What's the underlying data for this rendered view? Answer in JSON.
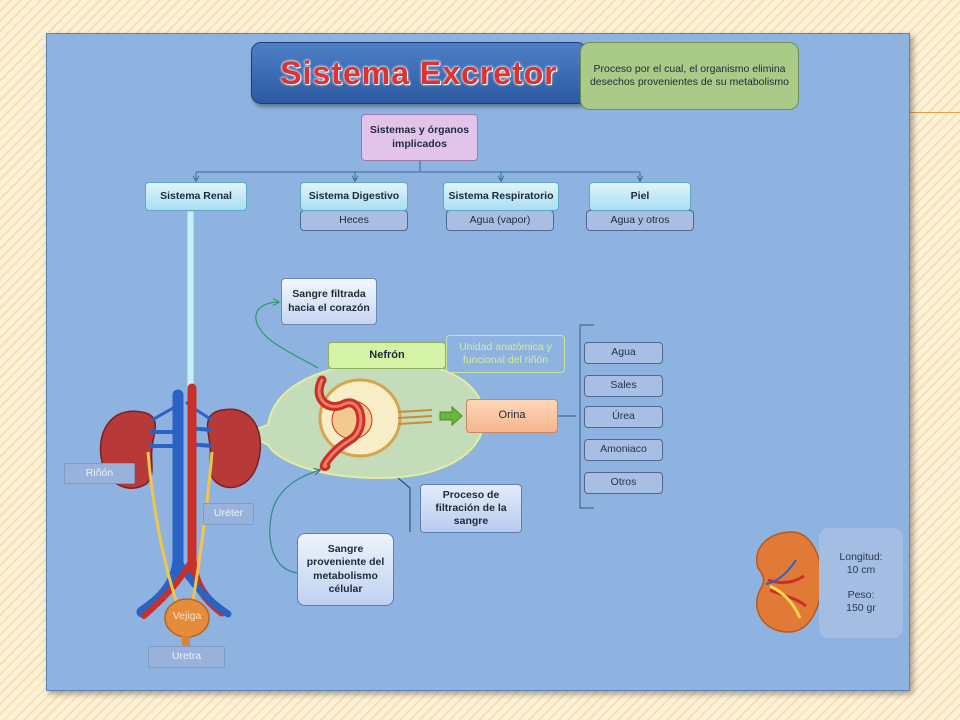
{
  "title": "Sistema Excretor",
  "definition": "Proceso por el cual, el organismo elimina desechos provenientes de su metabolismo",
  "systems_box": "Sistemas y órganos implicados",
  "categories": [
    {
      "label": "Sistema Renal",
      "detail": ""
    },
    {
      "label": "Sistema Digestivo",
      "detail": "Heces"
    },
    {
      "label": "Sistema Respiratorio",
      "detail": "Agua (vapor)"
    },
    {
      "label": "Piel",
      "detail": "Agua y otros"
    }
  ],
  "nephron": {
    "label": "Nefrón",
    "description": "Unidad anatómica y funcional del riñón",
    "filtered_blood": "Sangre filtrada hacia el corazón",
    "incoming_blood": "Sangre proveniente del metabolismo célular",
    "process": "Proceso de filtración de la sangre",
    "output": "Orina"
  },
  "urine_components": [
    "Agua",
    "Sales",
    "Úrea",
    "Amoniaco",
    "Otros"
  ],
  "anatomy_labels": {
    "kidney": "Riñón",
    "ureter": "Uréter",
    "bladder": "Vejiga",
    "urethra": "Uretra"
  },
  "kidney_specs": {
    "length_label": "Longitud:",
    "length_value": "10 cm",
    "weight_label": "Peso:",
    "weight_value": "150 gr"
  },
  "colors": {
    "slide_bg": "#8fb3e0",
    "title_text": "#e0312f",
    "title_box": "#2c5aa0",
    "definition_box": "#aacb87",
    "systems_box": "#e2c3ea",
    "nephron_box": "#d4f3a6",
    "orina_box": "#f5b58e",
    "kidney": "#b83a38",
    "vein": "#2b63c4",
    "artery": "#c8302a",
    "ureter": "#f2c44a"
  }
}
